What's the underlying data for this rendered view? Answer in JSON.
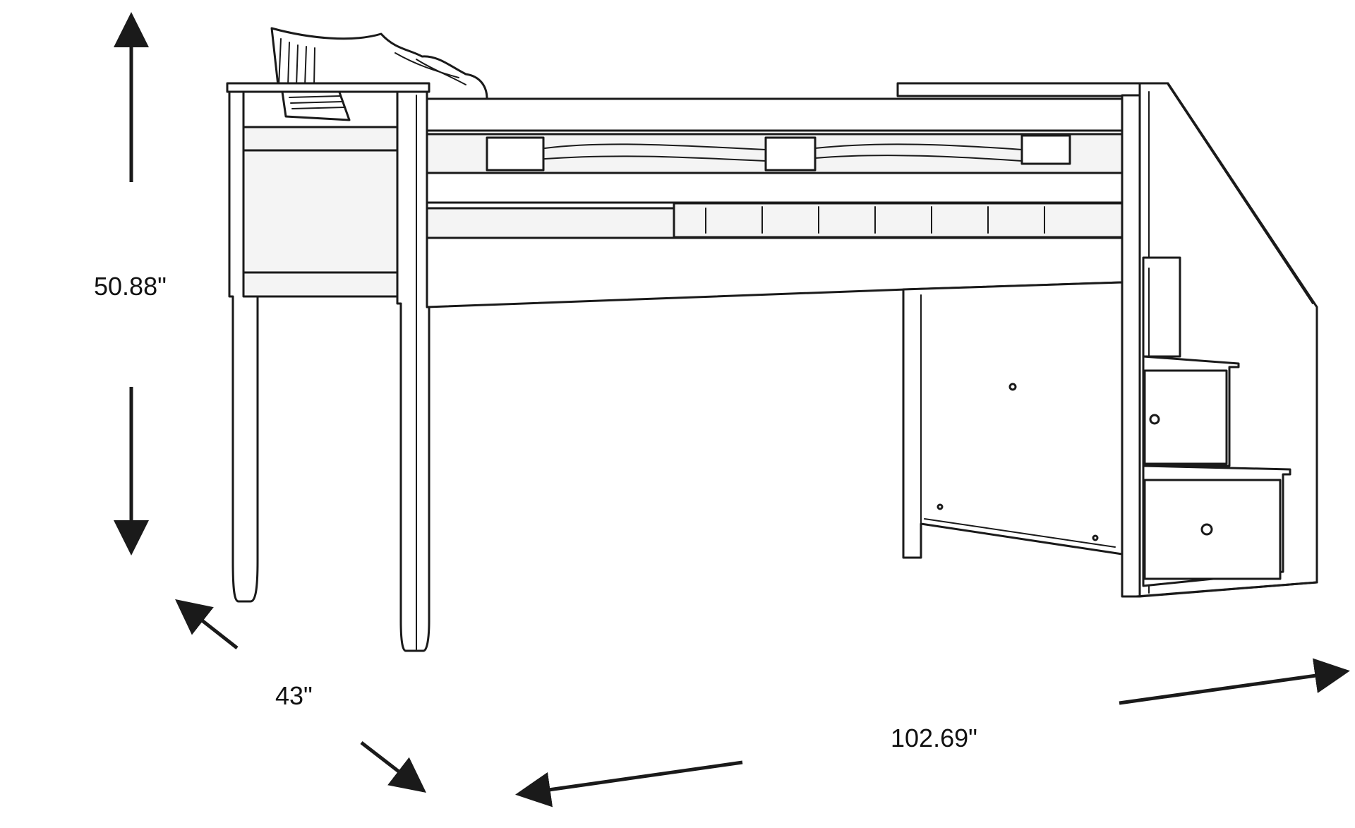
{
  "dimensions": {
    "height": "50.88\"",
    "depth": "43\"",
    "width": "102.69\""
  },
  "colors": {
    "line": "#1a1a1a",
    "fill": "#ffffff",
    "shade": "#f4f4f4"
  }
}
